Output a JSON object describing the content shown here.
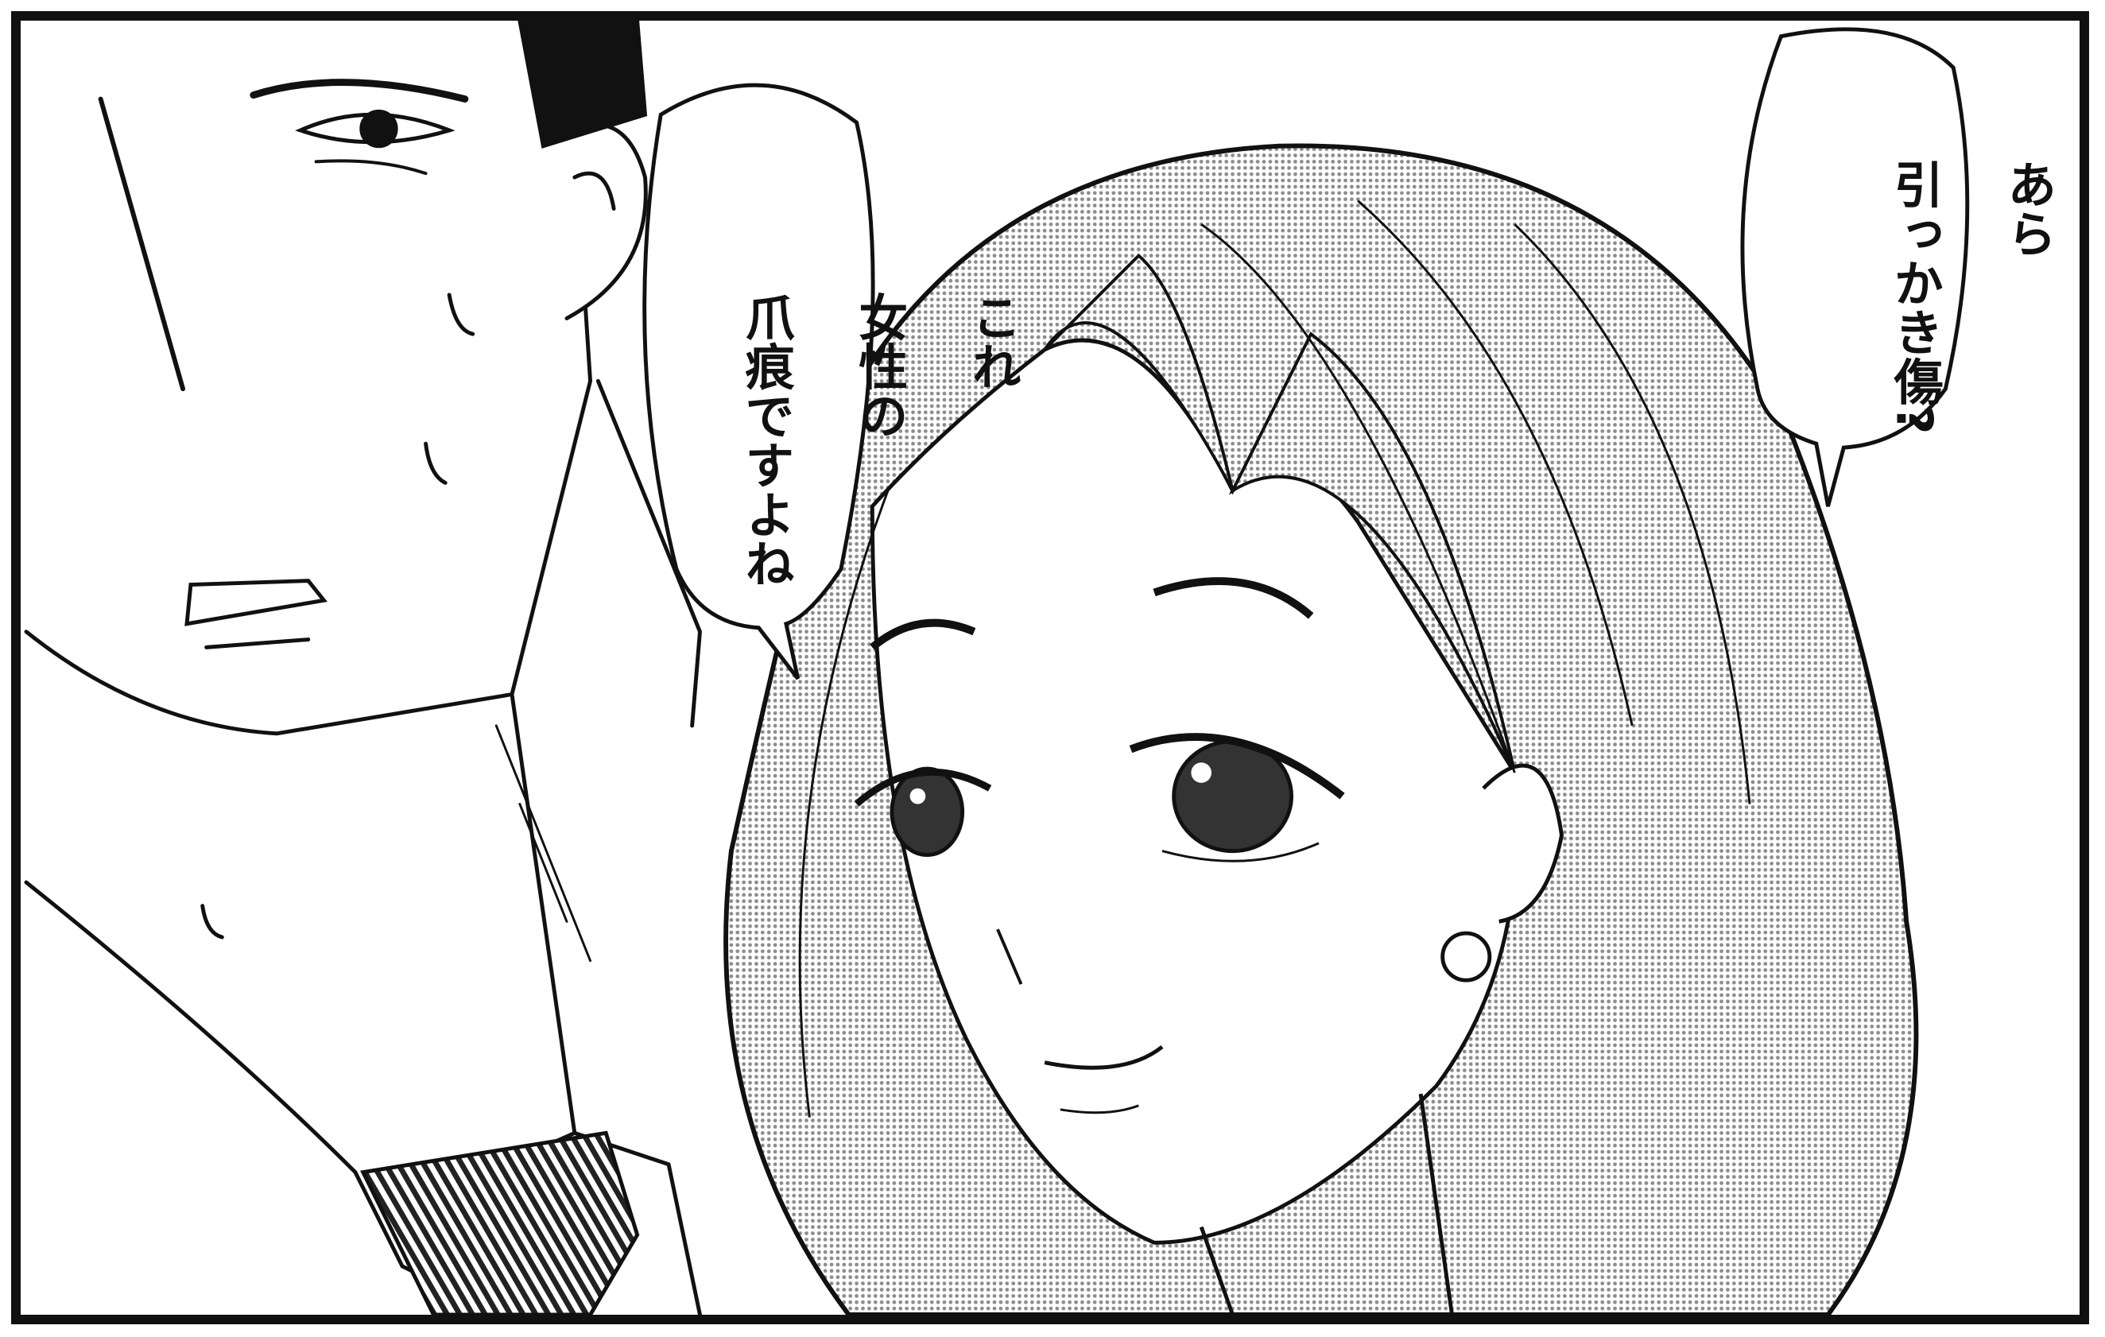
{
  "panel": {
    "speech_bubbles": [
      {
        "id": "man-bubble",
        "lines": [
          "これ",
          "女性の",
          "爪痕ですよね"
        ]
      },
      {
        "id": "woman-bubble",
        "lines": [
          "あら",
          "引っかき傷?"
        ]
      }
    ],
    "colors": {
      "ink": "#111111",
      "paper": "#ffffff",
      "screentone": "#9a9a9a"
    }
  }
}
